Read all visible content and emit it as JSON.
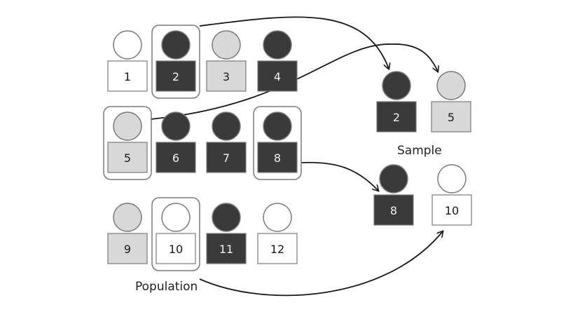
{
  "colors": {
    "dark": "#3a3a3a",
    "light": "#d8d8d8",
    "white": "#ffffff",
    "stroke": "#7a7a7a",
    "text_dark": "#1a1a1a",
    "text_light": "#f0f0f0",
    "arrow": "#1a1a1a"
  },
  "population": {
    "label": "Population",
    "members": [
      {
        "id": "1",
        "tone": "white",
        "selected": false
      },
      {
        "id": "2",
        "tone": "dark",
        "selected": true
      },
      {
        "id": "3",
        "tone": "light",
        "selected": false
      },
      {
        "id": "4",
        "tone": "dark",
        "selected": false
      },
      {
        "id": "5",
        "tone": "light",
        "selected": true
      },
      {
        "id": "6",
        "tone": "dark",
        "selected": false
      },
      {
        "id": "7",
        "tone": "dark",
        "selected": false
      },
      {
        "id": "8",
        "tone": "dark",
        "selected": true
      },
      {
        "id": "9",
        "tone": "light",
        "selected": false
      },
      {
        "id": "10",
        "tone": "white",
        "selected": true
      },
      {
        "id": "11",
        "tone": "dark",
        "selected": false
      },
      {
        "id": "12",
        "tone": "white",
        "selected": false
      }
    ]
  },
  "sample": {
    "label": "Sample",
    "members": [
      {
        "id": "2",
        "tone": "dark"
      },
      {
        "id": "5",
        "tone": "light"
      },
      {
        "id": "8",
        "tone": "dark"
      },
      {
        "id": "10",
        "tone": "white"
      }
    ]
  },
  "arrows": [
    {
      "from": "2",
      "to": "2"
    },
    {
      "from": "5",
      "to": "5"
    },
    {
      "from": "8",
      "to": "8"
    },
    {
      "from": "10",
      "to": "10"
    }
  ]
}
